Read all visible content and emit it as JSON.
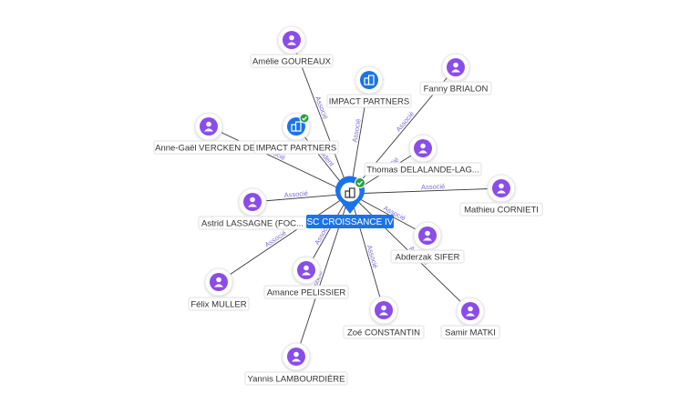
{
  "center": {
    "label": "SC CROISSANCE IV",
    "icon": "building-icon",
    "badge": "check-badge-icon"
  },
  "colors": {
    "person": "#8a4de8",
    "company": "#1a73e8",
    "edge": "#3a3a3a",
    "edge_label": "#7a6fcf",
    "badge": "#2e9e44"
  },
  "nodes": [
    {
      "id": "amelie",
      "label": "Amélie GOUREAUX",
      "kind": "person",
      "edge_label": "Associé"
    },
    {
      "id": "impact1",
      "label": "IMPACT PARTNERS",
      "kind": "company",
      "edge_label": "Associé"
    },
    {
      "id": "fanny",
      "label": "Fanny BRIALON",
      "kind": "person",
      "edge_label": "Associé"
    },
    {
      "id": "anne",
      "label": "Anne-Gaël VERCKEN DE...",
      "kind": "person",
      "edge_label": "Associé"
    },
    {
      "id": "impact2",
      "label": "IMPACT PARTNERS",
      "kind": "company",
      "edge_label": "Président",
      "verified": true
    },
    {
      "id": "thomas",
      "label": "Thomas DELALANDE-LAG...",
      "kind": "person",
      "edge_label": "Associé"
    },
    {
      "id": "mathieu",
      "label": "Mathieu CORNIETI",
      "kind": "person",
      "edge_label": "Associé"
    },
    {
      "id": "astrid",
      "label": "Astrid LASSAGNE (FOC...",
      "kind": "person",
      "edge_label": "Associé"
    },
    {
      "id": "abderzak",
      "label": "Abderzak SIFER",
      "kind": "person",
      "edge_label": "Associé"
    },
    {
      "id": "felix",
      "label": "Félix MULLER",
      "kind": "person",
      "edge_label": "Associé"
    },
    {
      "id": "amance",
      "label": "Amance PELISSIER",
      "kind": "person",
      "edge_label": "Associé"
    },
    {
      "id": "zoe",
      "label": "Zoé CONSTANTIN",
      "kind": "person",
      "edge_label": "Associé"
    },
    {
      "id": "samir",
      "label": "Samir MATKI",
      "kind": "person",
      "edge_label": "Associé"
    },
    {
      "id": "yannis",
      "label": "Yannis LAMBOURDIÈRE",
      "kind": "person",
      "edge_label": "Associé"
    }
  ]
}
